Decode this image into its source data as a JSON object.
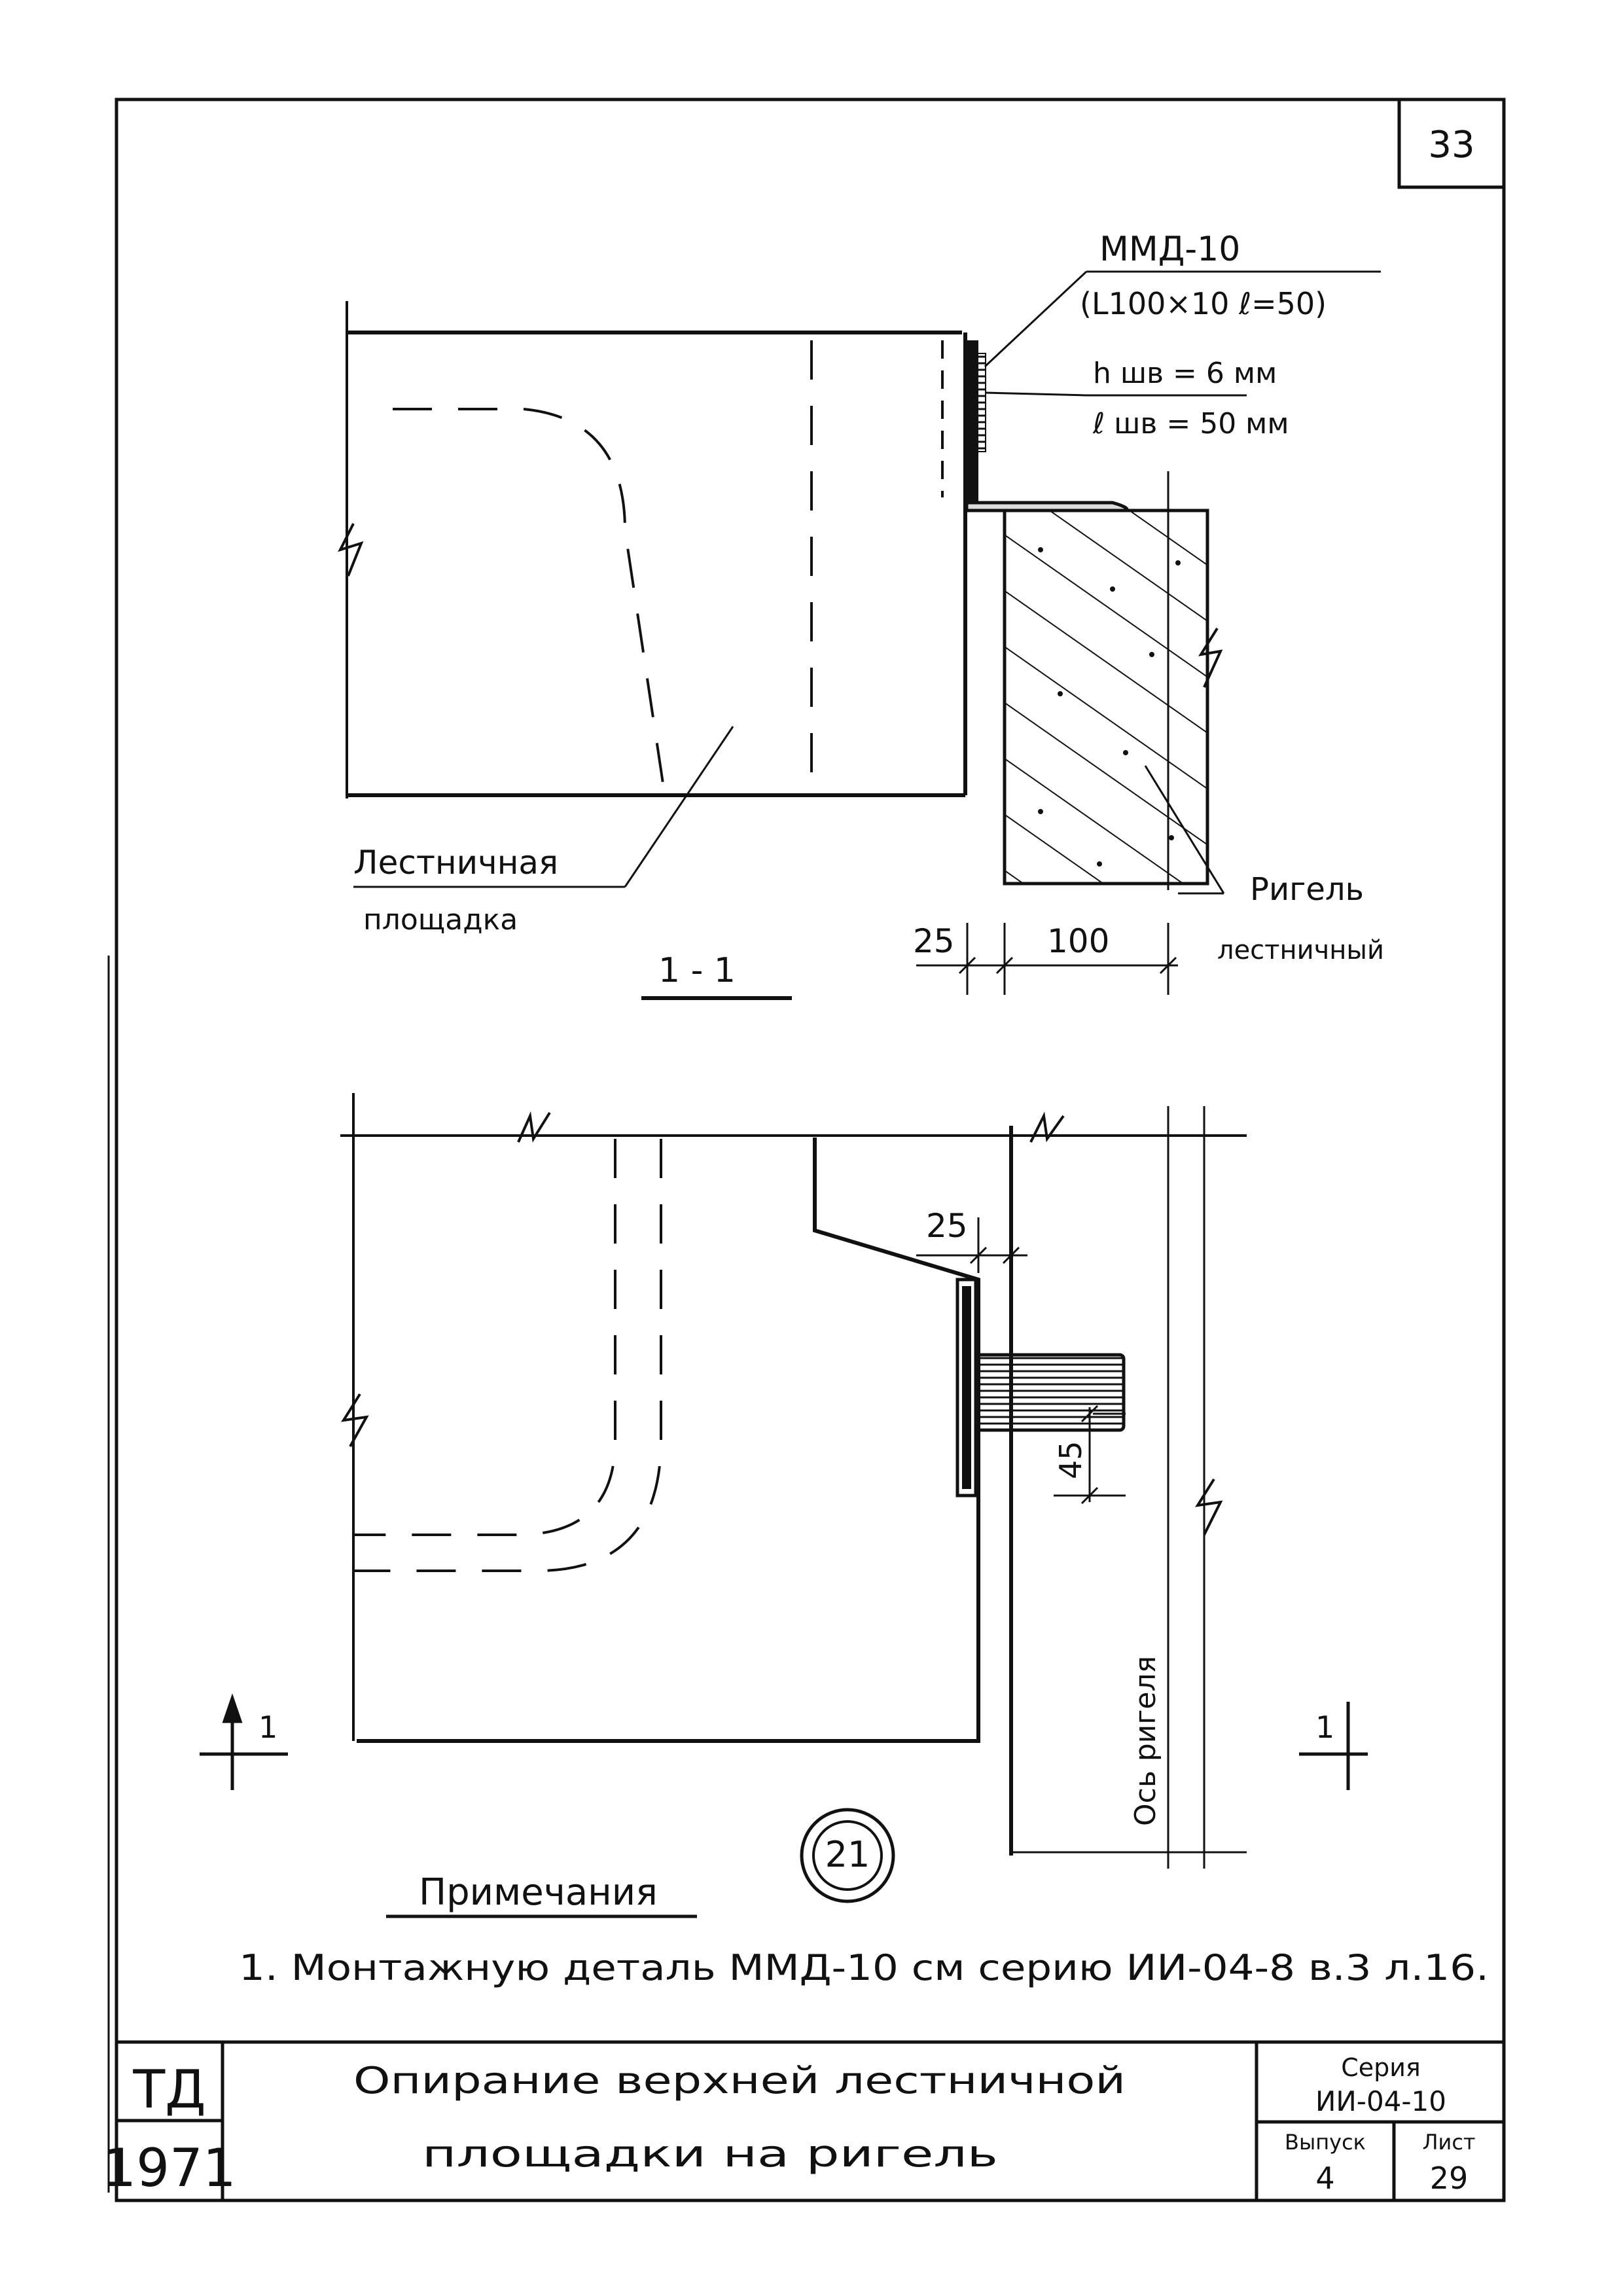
{
  "sheet": {
    "page_number": "33",
    "detail_marker": "21",
    "section_label": "1 - 1",
    "cut_mark_label": "1"
  },
  "section_view": {
    "part_callout": "ММД-10",
    "part_size": "(L100×10 ℓ=50)",
    "weld_height": "h шв = 6 мм",
    "weld_length": "ℓ шв = 50 мм",
    "landing_label_line1": "Лестничная",
    "landing_label_line2": "площадка",
    "beam_label_line1": "Ригель",
    "beam_label_line2": "лестничный",
    "dim_gap": "25",
    "dim_beam": "100"
  },
  "plan_view": {
    "dim_gap": "25",
    "dim_weld": "45",
    "axis_label": "Ось ригеля"
  },
  "notes": {
    "heading": "Примечания",
    "item1": "1. Монтажную деталь ММД-10 см серию ИИ-04-8 в.3 л.16."
  },
  "title_block": {
    "stamp_top": "ТД",
    "stamp_year": "1971",
    "title_line1": "Опирание верхней лестничной",
    "title_line2": "площадки на ригель",
    "series_label": "Серия",
    "series_value": "ИИ-04-10",
    "issue_label": "Выпуск",
    "issue_value": "4",
    "sheet_label": "Лист",
    "sheet_value": "29"
  }
}
